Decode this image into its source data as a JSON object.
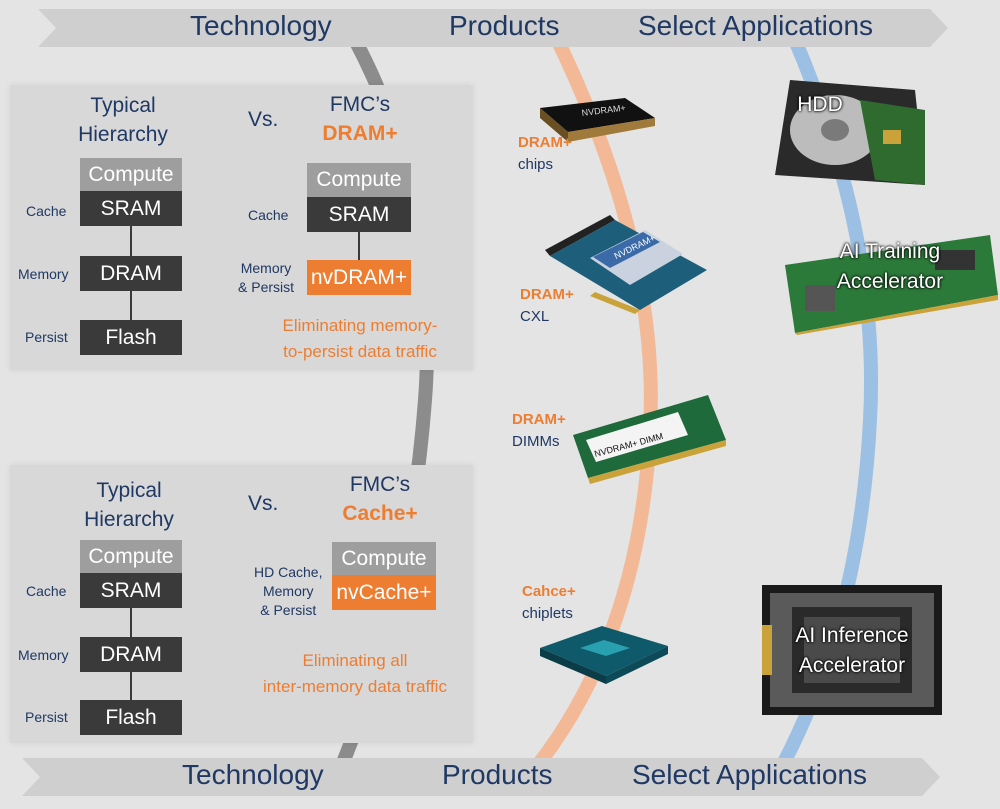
{
  "banners": {
    "top": {
      "technology": "Technology",
      "products": "Products",
      "applications": "Select Applications"
    },
    "bottom": {
      "technology": "Technology",
      "products": "Products",
      "applications": "Select Applications"
    }
  },
  "panel_dram": {
    "typical_heading": "Typical\nHierarchy",
    "vs": "Vs.",
    "fmc": "FMC’s",
    "fmc_product": "DRAM+",
    "typical_boxes": {
      "compute": "Compute",
      "sram": "SRAM",
      "dram": "DRAM",
      "flash": "Flash"
    },
    "typical_labels": {
      "cache": "Cache",
      "memory": "Memory",
      "persist": "Persist"
    },
    "fmc_boxes": {
      "compute": "Compute",
      "sram": "SRAM",
      "nvdram": "nvDRAM+"
    },
    "fmc_labels": {
      "cache": "Cache",
      "memory_persist": "Memory\n& Persist"
    },
    "note": "Eliminating memory-\nto-persist data traffic"
  },
  "panel_cache": {
    "typical_heading": "Typical\nHierarchy",
    "vs": "Vs.",
    "fmc": "FMC’s",
    "fmc_product": "Cache+",
    "typical_boxes": {
      "compute": "Compute",
      "sram": "SRAM",
      "dram": "DRAM",
      "flash": "Flash"
    },
    "typical_labels": {
      "cache": "Cache",
      "memory": "Memory",
      "persist": "Persist"
    },
    "fmc_boxes": {
      "compute": "Compute",
      "nvcache": "nvCache+"
    },
    "fmc_labels": {
      "hd": "HD Cache,\nMemory\n& Persist"
    },
    "note": "Eliminating all\ninter-memory data traffic"
  },
  "products": [
    {
      "name": "DRAM+",
      "desc": "chips",
      "chip_text": "NVDRAM+"
    },
    {
      "name": "DRAM+",
      "desc": "CXL",
      "chip_text": "NVDRAM+"
    },
    {
      "name": "DRAM+",
      "desc": "DIMMs",
      "chip_text": "NVDRAM+ DIMM"
    },
    {
      "name": "Cahce+",
      "desc": "chiplets"
    }
  ],
  "applications": [
    {
      "label": "HDD"
    },
    {
      "label": "AI Training\nAccelerator"
    },
    {
      "label": "AI Inference\nAccelerator"
    }
  ],
  "colors": {
    "navy": "#1f3864",
    "orange": "#ed7d31",
    "dark_box": "#3a3a3a",
    "gray_box": "#9e9e9e",
    "tech_arc": "#8c8c8c",
    "product_arc": "#f3b996",
    "app_arc": "#9cc0e3"
  }
}
